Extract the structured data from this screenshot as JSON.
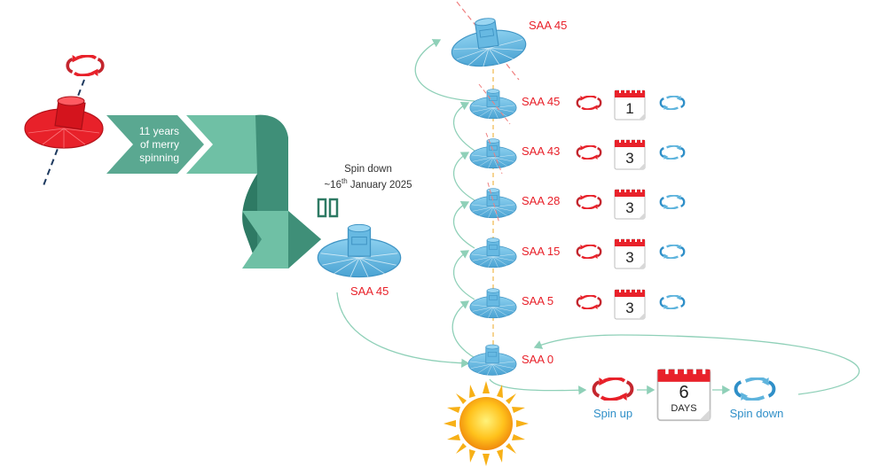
{
  "colors": {
    "red": "#e8212a",
    "blue": "#5fb4dd",
    "green": "#5aa891",
    "arrow_green": "#8fd0b8",
    "sun": "#f5a312"
  },
  "ribbon": {
    "text_line1": "11 years",
    "text_line2": "of merry",
    "text_line3": "spinning"
  },
  "spin_down_note": {
    "line1": "Spin down",
    "line2_prefix": "~16",
    "line2_sup": "th",
    "line2_suffix": " January 2025"
  },
  "left_satellite": {
    "label": "SAA 45"
  },
  "top_satellite": {
    "label": "SAA 45"
  },
  "steps": [
    {
      "label": "SAA 45",
      "days": "1"
    },
    {
      "label": "SAA 43",
      "days": "3"
    },
    {
      "label": "SAA 28",
      "days": "3"
    },
    {
      "label": "SAA 15",
      "days": "3"
    },
    {
      "label": "SAA 5",
      "days": "3"
    }
  ],
  "saa0": {
    "label": "SAA 0"
  },
  "bottom": {
    "spin_up": "Spin up",
    "spin_down": "Spin down",
    "days_number": "6",
    "days_word": "DAYS"
  },
  "icons": {
    "pause": "pause-icon",
    "rotate_red": "rotate-ccw-icon",
    "rotate_blue": "rotate-cw-icon",
    "calendar": "calendar-icon",
    "sun": "sun-icon",
    "satellite": "satellite-icon"
  }
}
